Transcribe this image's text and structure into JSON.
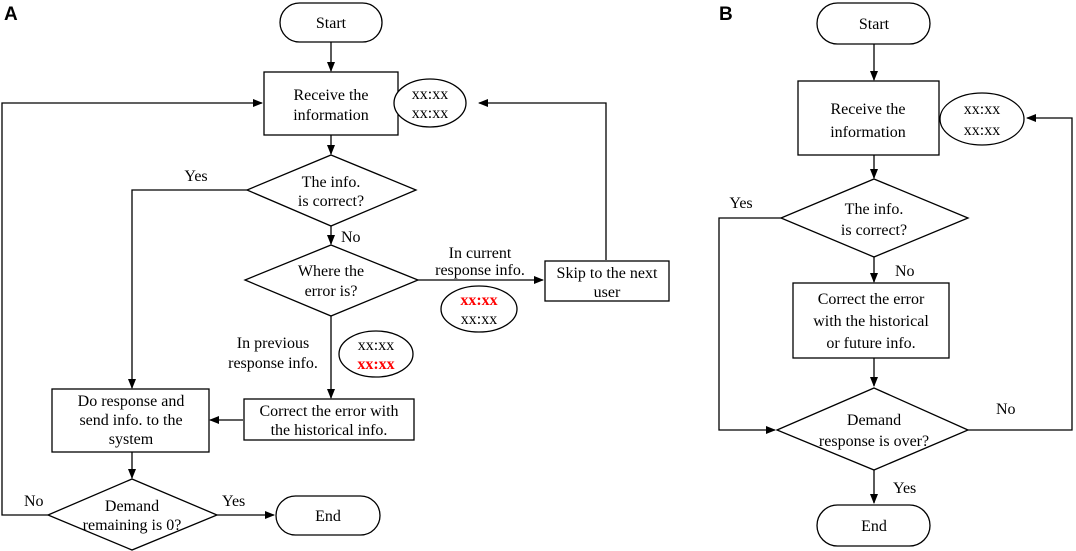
{
  "panel_a": {
    "label": "A",
    "start": "Start",
    "receive": [
      "Receive the",
      "information"
    ],
    "receive_note": [
      "xx:xx",
      "xx:xx"
    ],
    "correct_q": [
      "The info.",
      "is correct?"
    ],
    "yes_1": "Yes",
    "no_1": "No",
    "where_q": [
      "Where the",
      "error is?"
    ],
    "current_label": [
      "In current",
      "response info."
    ],
    "current_note": [
      "xx:xx",
      "xx:xx"
    ],
    "skip": [
      "Skip to the next",
      "user"
    ],
    "previous_label": [
      "In previous",
      "response info."
    ],
    "previous_note": [
      "xx:xx",
      "xx:xx"
    ],
    "correct_hist": [
      "Correct the error with",
      "the historical info."
    ],
    "do_response": [
      "Do response and",
      "send info. to the",
      "system"
    ],
    "demand_q": [
      "Demand",
      "remaining is 0?"
    ],
    "no_2": "No",
    "yes_2": "Yes",
    "end": "End"
  },
  "panel_b": {
    "label": "B",
    "start": "Start",
    "receive": [
      "Receive the",
      "information"
    ],
    "receive_note": [
      "xx:xx",
      "xx:xx"
    ],
    "correct_q": [
      "The info.",
      "is correct?"
    ],
    "yes_1": "Yes",
    "no_1": "No",
    "correct_err": [
      "Correct the error",
      "with the historical",
      "or future info."
    ],
    "demand_q": [
      "Demand",
      "response is over?"
    ],
    "no_2": "No",
    "yes_2": "Yes",
    "end": "End"
  },
  "colors": {
    "line": "#000000",
    "error_text": "#ff0000"
  }
}
